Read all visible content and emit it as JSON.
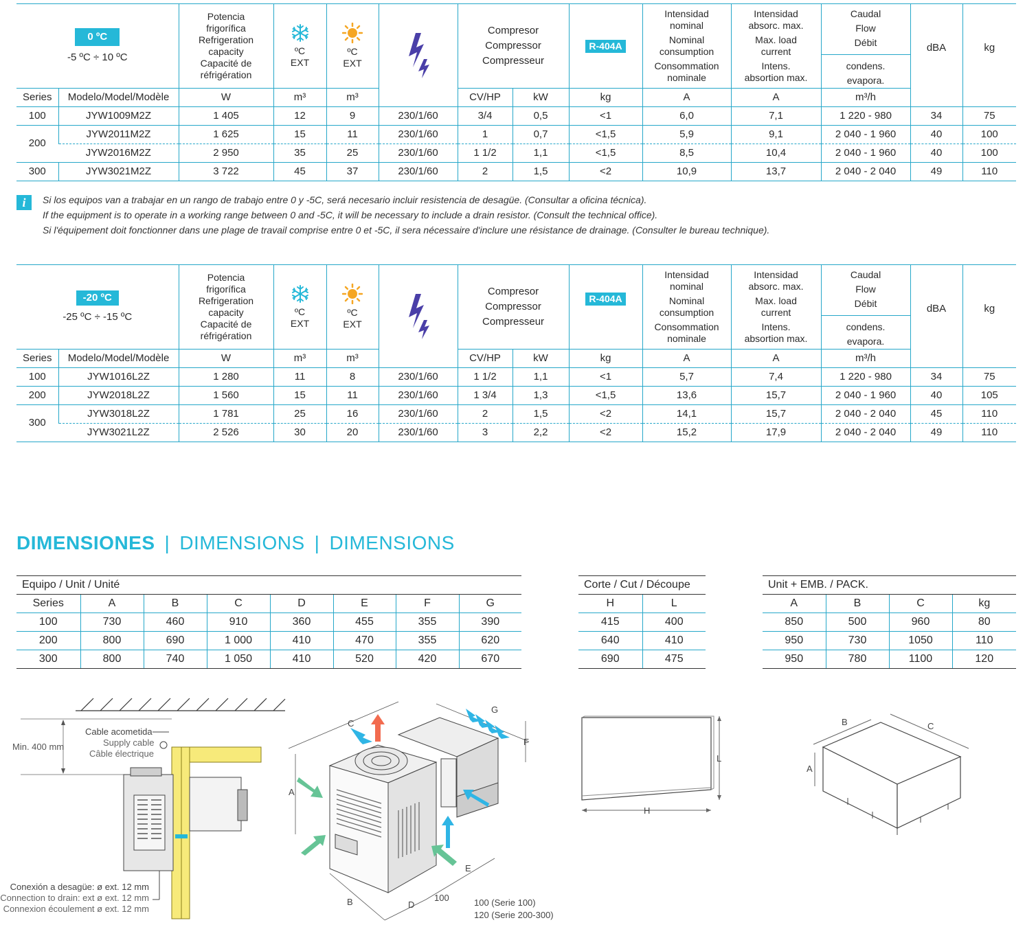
{
  "common": {
    "potencia": [
      "Potencia",
      "frigorífica",
      "Refrigeration",
      "capacity",
      "Capacité de",
      "réfrigération"
    ],
    "ext_label": "ºC",
    "ext_label2": "EXT",
    "compresor": [
      "Compresor",
      "Compressor",
      "Compresseur"
    ],
    "refrigerant": "R-404A",
    "intensidad": [
      "Intensidad",
      "nominal",
      "Nominal",
      "consumption",
      "Consommation",
      "nominale"
    ],
    "absorc": [
      "Intensidad",
      "absorc. max.",
      "Max. load",
      "current",
      "Intens.",
      "absortion max."
    ],
    "caudal": [
      "Caudal",
      "Flow",
      "Débit"
    ],
    "caudal_sub": [
      "condens.",
      "evapora."
    ],
    "dba": "dBA",
    "kg": "kg",
    "units": [
      "Series",
      "Modelo/Model/Modèle",
      "W",
      "m³",
      "m³",
      "CV/HP",
      "kW",
      "kg",
      "A",
      "A",
      "m³/h"
    ]
  },
  "table1": {
    "badge": "0 ºC",
    "range": "-5 ºC ÷ 10 ºC",
    "rows": [
      {
        "series": "100",
        "model": "JYW1009M2Z",
        "w": "1 405",
        "m1": "12",
        "m2": "9",
        "v": "230/1/60",
        "hp": "3/4",
        "kw": "0,5",
        "kg": "<1",
        "a1": "6,0",
        "a2": "7,1",
        "flow": "1 220 - 980",
        "dba": "34",
        "weight": "75"
      },
      {
        "series": "200",
        "model": "JYW2011M2Z",
        "w": "1 625",
        "m1": "15",
        "m2": "11",
        "v": "230/1/60",
        "hp": "1",
        "kw": "0,7",
        "kg": "<1,5",
        "a1": "5,9",
        "a2": "9,1",
        "flow": "2 040 - 1 960",
        "dba": "40",
        "weight": "100"
      },
      {
        "series": "",
        "model": "JYW2016M2Z",
        "w": "2 950",
        "m1": "35",
        "m2": "25",
        "v": "230/1/60",
        "hp": "1 1/2",
        "kw": "1,1",
        "kg": "<1,5",
        "a1": "8,5",
        "a2": "10,4",
        "flow": "2 040 - 1 960",
        "dba": "40",
        "weight": "100"
      },
      {
        "series": "300",
        "model": "JYW3021M2Z",
        "w": "3 722",
        "m1": "45",
        "m2": "37",
        "v": "230/1/60",
        "hp": "2",
        "kw": "1,5",
        "kg": "<2",
        "a1": "10,9",
        "a2": "13,7",
        "flow": "2 040 - 2 040",
        "dba": "49",
        "weight": "110"
      }
    ]
  },
  "note": [
    "Si los equipos van a trabajar en un rango de trabajo entre 0 y -5C, será necesario incluir resistencia de desagüe. (Consultar a oficina técnica).",
    "If the equipment is to operate in a working range between 0 and -5C, it will be necessary to include a drain resistor. (Consult the technical office).",
    "Si l'équipement doit fonctionner dans une plage de travail comprise entre 0 et -5C, il sera nécessaire d'inclure une résistance de drainage. (Consulter le bureau technique)."
  ],
  "table2": {
    "badge": "-20 ºC",
    "range": "-25 ºC ÷ -15 ºC",
    "rows": [
      {
        "series": "100",
        "model": "JYW1016L2Z",
        "w": "1 280",
        "m1": "11",
        "m2": "8",
        "v": "230/1/60",
        "hp": "1 1/2",
        "kw": "1,1",
        "kg": "<1",
        "a1": "5,7",
        "a2": "7,4",
        "flow": "1 220 - 980",
        "dba": "34",
        "weight": "75"
      },
      {
        "series": "200",
        "model": "JYW2018L2Z",
        "w": "1 560",
        "m1": "15",
        "m2": "11",
        "v": "230/1/60",
        "hp": "1 3/4",
        "kw": "1,3",
        "kg": "<1,5",
        "a1": "13,6",
        "a2": "15,7",
        "flow": "2 040 - 1 960",
        "dba": "40",
        "weight": "105"
      },
      {
        "series": "300",
        "model": "JYW3018L2Z",
        "w": "1 781",
        "m1": "25",
        "m2": "16",
        "v": "230/1/60",
        "hp": "2",
        "kw": "1,5",
        "kg": "<2",
        "a1": "14,1",
        "a2": "15,7",
        "flow": "2 040 - 2 040",
        "dba": "45",
        "weight": "110"
      },
      {
        "series": "",
        "model": "JYW3021L2Z",
        "w": "2 526",
        "m1": "30",
        "m2": "20",
        "v": "230/1/60",
        "hp": "3",
        "kw": "2,2",
        "kg": "<2",
        "a1": "15,2",
        "a2": "17,9",
        "flow": "2 040 - 2 040",
        "dba": "49",
        "weight": "110"
      }
    ]
  },
  "dimensions": {
    "title_es": "DIMENSIONES",
    "title_en": "DIMENSIONS",
    "title_fr": "DIMENSIONS",
    "sep": "|",
    "unit": {
      "caption": "Equipo / Unit / Unité",
      "headers": [
        "Series",
        "A",
        "B",
        "C",
        "D",
        "E",
        "F",
        "G"
      ],
      "rows": [
        [
          "100",
          "730",
          "460",
          "910",
          "360",
          "455",
          "355",
          "390"
        ],
        [
          "200",
          "800",
          "690",
          "1 000",
          "410",
          "470",
          "355",
          "620"
        ],
        [
          "300",
          "800",
          "740",
          "1 050",
          "410",
          "520",
          "420",
          "670"
        ]
      ]
    },
    "cut": {
      "caption": "Corte / Cut / Découpe",
      "headers": [
        "H",
        "L"
      ],
      "rows": [
        [
          "415",
          "400"
        ],
        [
          "640",
          "410"
        ],
        [
          "690",
          "475"
        ]
      ]
    },
    "pack": {
      "caption": "Unit + EMB. / PACK.",
      "headers": [
        "A",
        "B",
        "C",
        "kg"
      ],
      "rows": [
        [
          "850",
          "500",
          "960",
          "80"
        ],
        [
          "950",
          "730",
          "1050",
          "110"
        ],
        [
          "950",
          "780",
          "1100",
          "120"
        ]
      ]
    }
  },
  "drawing": {
    "min": "Min. 400 mm",
    "cable": [
      "Cable acometida",
      "Supply cable",
      "Câble électrique"
    ],
    "drain": [
      "Conexión a desagüe: ø ext. 12 mm",
      "Connection to drain: ext ø ext. 12 mm",
      "Connexion écoulement ø ext. 12 mm"
    ],
    "letters": {
      "A": "A",
      "B": "B",
      "C": "C",
      "D": "D",
      "E": "E",
      "F": "F",
      "G": "G",
      "H": "H",
      "L": "L"
    },
    "gap": "100",
    "gap_note": [
      "100 (Serie 100)",
      "120 (Serie 200-300)"
    ]
  },
  "colors": {
    "accent": "#25b8d8",
    "line": "#25a7c9",
    "blue_arrow": "#2fb5e5",
    "green_arrow": "#66c496",
    "red_arrow": "#f26b4f",
    "yellow_panel": "#f7ea7a"
  }
}
